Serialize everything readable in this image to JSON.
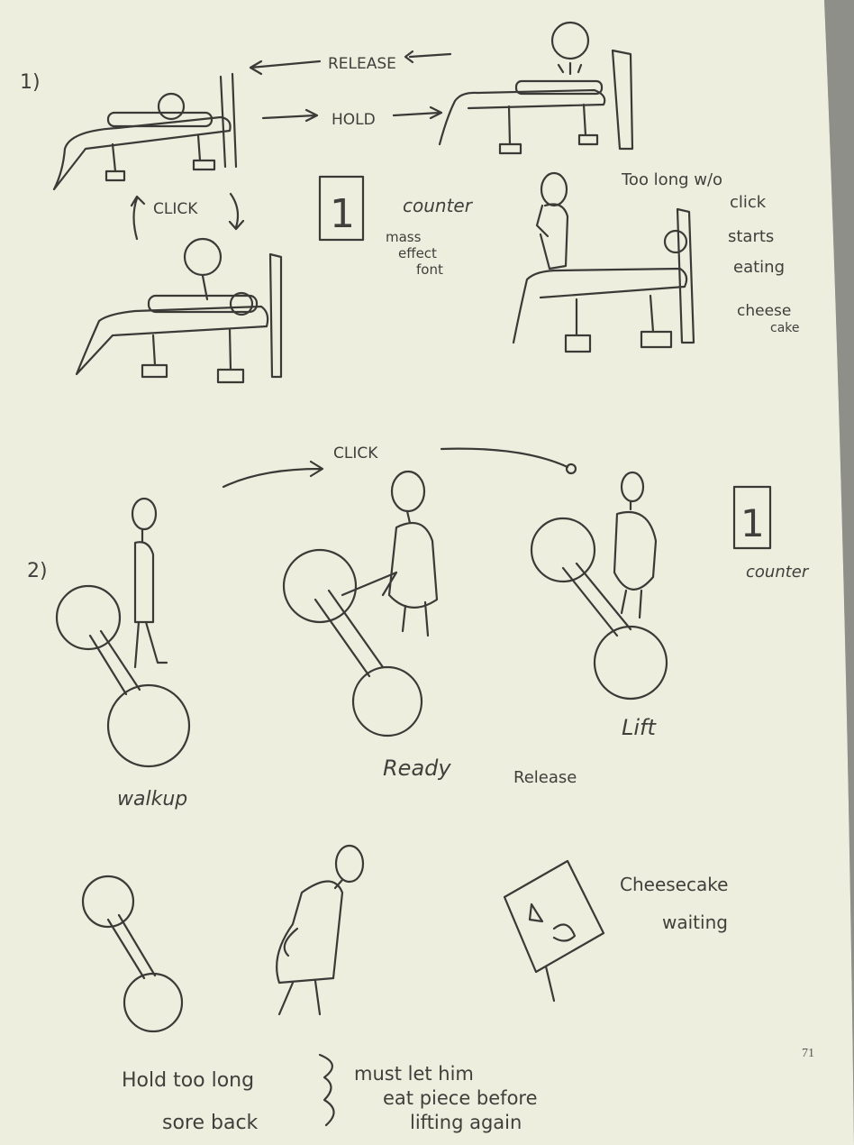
{
  "sketch1": {
    "number": "1)",
    "release": "RELEASE",
    "hold": "HOLD",
    "click": "CLICK",
    "counter_value": "1",
    "counter_label": "counter",
    "font_note": [
      "mass",
      "effect",
      "font"
    ],
    "side_note": [
      "Too long w/o",
      "click",
      "starts",
      "eating",
      "cheese",
      "cake"
    ]
  },
  "sketch2": {
    "number": "2)",
    "click": "CLICK",
    "counter_value": "1",
    "counter_label": "counter",
    "walkup": "walkup",
    "ready": "Ready",
    "release": "Release",
    "lift": "Lift",
    "cheesecake_note": [
      "Cheesecake",
      "waiting"
    ],
    "hold_note": [
      "Hold too long",
      "sore back"
    ],
    "must_note": [
      "must let him",
      "eat piece before",
      "lifting again"
    ]
  },
  "page_number": "71",
  "colors": {
    "paper": "#eeeedf",
    "pencil": "#3a3a37",
    "background": "#b9b9b4"
  }
}
